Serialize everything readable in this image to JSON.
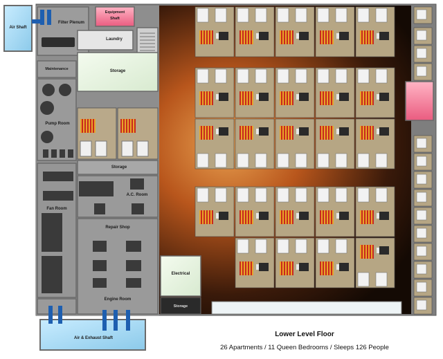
{
  "plan": {
    "title": "Lower Level Floor",
    "subtitle": "26 Apartments / 11 Queen Bedrooms / Sleeps 126 People"
  },
  "rooms": {
    "air_shaft": "Air Shaft",
    "filter_plenum": "Filter Plenum",
    "equipment_shaft_line1": "Equipment",
    "equipment_shaft_line2": "Shaft",
    "laundry": "Laundry",
    "maintenance": "Maintenance",
    "storage_top": "Storage",
    "pump_room": "Pump Room",
    "storage_mid": "Storage",
    "ac_room": "A.C. Room",
    "fan_room": "Fan Room",
    "repair_shop": "Repair Shop",
    "electrical": "Electrical",
    "engine_room": "Engine Room",
    "storage_bottom": "Storage",
    "air_exhaust_shaft": "Air & Exhaust Shaft"
  },
  "colors": {
    "wall": "#8a8a8a",
    "floor": "#9a9a9a",
    "corridor_glow": "#c8641e",
    "bedroom": "#efefef",
    "shaft_blue": "#9fd3f0",
    "equipment_pink": "#f07a94",
    "laundry_gray": "#e4e4e4",
    "storage_green": "#e7f2e2",
    "rug_red": "#c8281e",
    "rug_yellow": "#e8a52a",
    "pipe_blue": "#1e5fb0"
  }
}
